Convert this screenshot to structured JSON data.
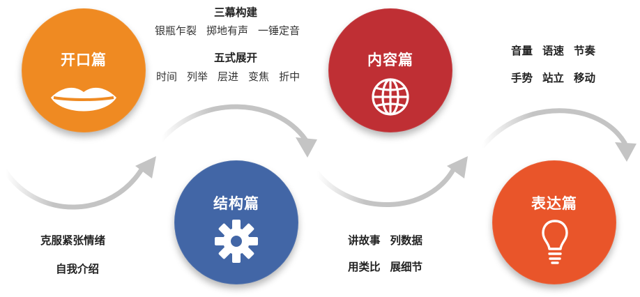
{
  "stages": [
    {
      "title": "开口篇",
      "color": "#ef8a22",
      "icon": "lips-icon"
    },
    {
      "title": "结构篇",
      "color": "#4266a6",
      "icon": "gear-icon"
    },
    {
      "title": "内容篇",
      "color": "#bf2f34",
      "icon": "globe-icon"
    },
    {
      "title": "表达篇",
      "color": "#e9552a",
      "icon": "lightbulb-icon"
    }
  ],
  "structure_notes": {
    "heading1": "三幕构建",
    "items1": [
      "银瓶乍裂",
      "掷地有声",
      "一锤定音"
    ],
    "heading2": "五式展开",
    "items2": [
      "时间",
      "列举",
      "层进",
      "变焦",
      "折中"
    ]
  },
  "opening_notes": [
    "克服紧张情绪",
    "自我介绍"
  ],
  "content_notes": [
    [
      "讲故事",
      "列数据"
    ],
    [
      "用类比",
      "展细节"
    ]
  ],
  "expression_notes": [
    [
      "音量",
      "语速",
      "节奏"
    ],
    [
      "手势",
      "站立",
      "移动"
    ]
  ],
  "colors": {
    "arrow": "#c4c4c4",
    "text": "#333333"
  }
}
